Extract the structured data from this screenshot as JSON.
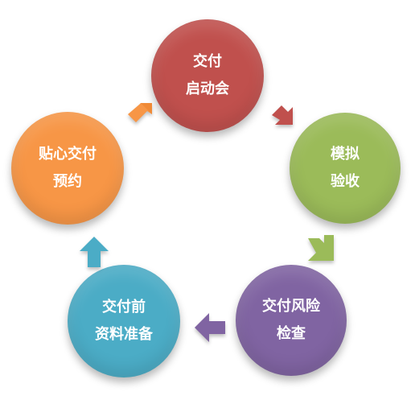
{
  "nodes": [
    {
      "lines": [
        "交付",
        "启动会"
      ],
      "color": "#c0504d"
    },
    {
      "lines": [
        "模拟",
        "验收"
      ],
      "color": "#9bbb59"
    },
    {
      "lines": [
        "交付风险",
        "检查"
      ],
      "color": "#8064a2"
    },
    {
      "lines": [
        "交付前",
        "资料准备"
      ],
      "color": "#4bacc6"
    },
    {
      "lines": [
        "贴心交付",
        "预约"
      ],
      "color": "#f79646"
    }
  ],
  "arrows": [
    {
      "color": "#c0504d"
    },
    {
      "color": "#9bbb59"
    },
    {
      "color": "#8064a2"
    },
    {
      "color": "#4bacc6"
    },
    {
      "color": "#f79646"
    }
  ]
}
